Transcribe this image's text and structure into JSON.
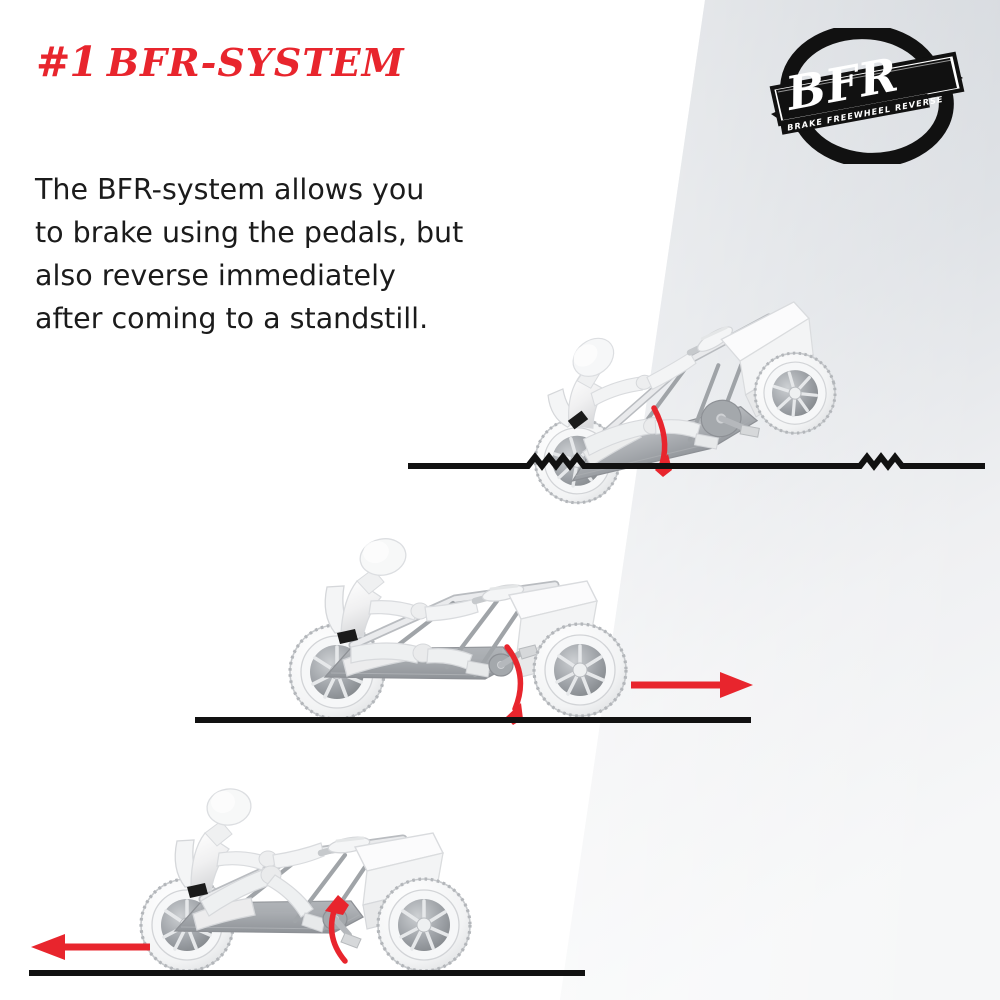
{
  "page": {
    "background_light": "#ffffff",
    "background_grey": "#d3d7dc",
    "accent_red": "#e8252d",
    "ink": "#1b1b1b"
  },
  "header": {
    "number": "#1",
    "title": "BFR-SYSTEM",
    "title_full": "#1 BFR-SYSTEM"
  },
  "body": {
    "line1": "The BFR-system allows you",
    "line2": "to brake using the pedals, but",
    "line3": "also reverse immediately",
    "line4": "after coming to a standstill."
  },
  "logo": {
    "wordmark": "BFR",
    "tagline": "BRAKE FREEWHEEL REVERSE",
    "icon": "bfr-circular-arrow-logo"
  },
  "scenes": [
    {
      "id": "scene-brake",
      "name": "braking",
      "caption": "Go-kart tipping forward while braking with the pedals",
      "ground_style": "zigzag-skid",
      "arrows": [
        {
          "name": "pedal-back-rotation-arrow",
          "type": "curved",
          "direction": "down"
        }
      ]
    },
    {
      "id": "scene-standstill",
      "name": "standstill",
      "caption": "Go-kart at a standstill, still rolling forward",
      "ground_style": "straight",
      "arrows": [
        {
          "name": "pedal-rotation-arrow",
          "type": "curved",
          "direction": "down"
        },
        {
          "name": "forward-motion-arrow",
          "type": "straight",
          "direction": "right"
        }
      ]
    },
    {
      "id": "scene-reverse",
      "name": "reverse",
      "caption": "Go-kart reversing immediately after the standstill",
      "ground_style": "straight",
      "arrows": [
        {
          "name": "pedal-reverse-rotation-arrow",
          "type": "curved",
          "direction": "up"
        },
        {
          "name": "reverse-motion-arrow",
          "type": "straight",
          "direction": "left"
        }
      ]
    }
  ]
}
